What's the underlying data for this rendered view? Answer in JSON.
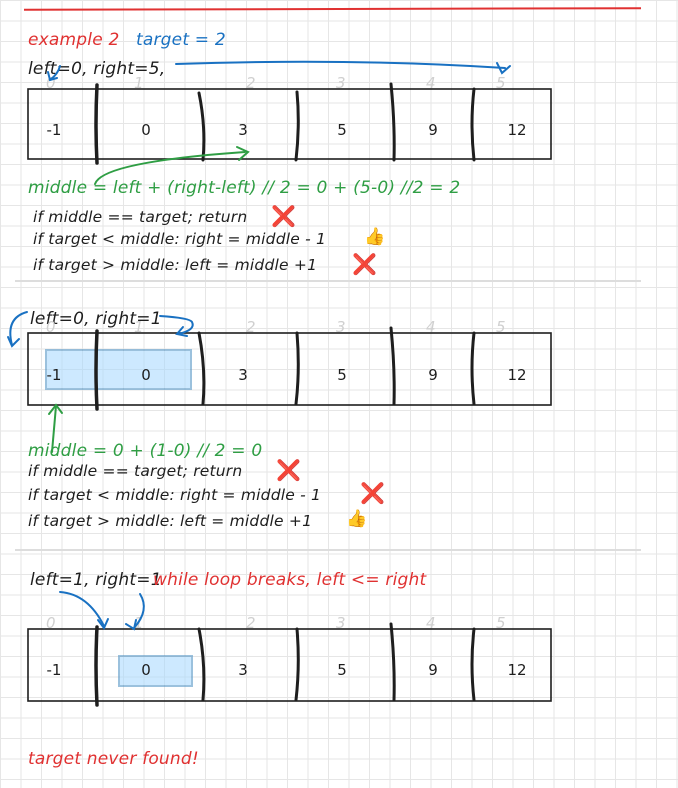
{
  "section1": {
    "title_example": "example 2",
    "title_target": "target = 2",
    "pointers": "left=0, right=5,",
    "middle_eq": "middle = left + (right-left) // 2 = 0 + (5-0) //2 = 2",
    "cond1": "if middle == target; return",
    "cond2": "if target < middle: right = middle - 1",
    "cond3": "if target > middle: left = middle +1"
  },
  "section2": {
    "pointers": "left=0, right=1",
    "middle_eq": "middle = 0 + (1-0) // 2 = 0",
    "cond1": "if middle == target; return",
    "cond2": "if target < middle: right = middle - 1",
    "cond3": "if target > middle: left = middle +1"
  },
  "section3": {
    "pointers": "left=1, right=1",
    "note": "while loop breaks, left <= right"
  },
  "conclusion": "target never found!",
  "array": {
    "indices": [
      "0",
      "1",
      "2",
      "3",
      "4",
      "5"
    ],
    "values": [
      "-1",
      "0",
      "3",
      "5",
      "9",
      "12"
    ]
  },
  "icons": {
    "cross": "❌",
    "thumbs": "👍"
  },
  "colors": {
    "red": "#e03131",
    "blue": "#1971c2",
    "green": "#2f9e44",
    "highlight": "#a5d8ff"
  }
}
